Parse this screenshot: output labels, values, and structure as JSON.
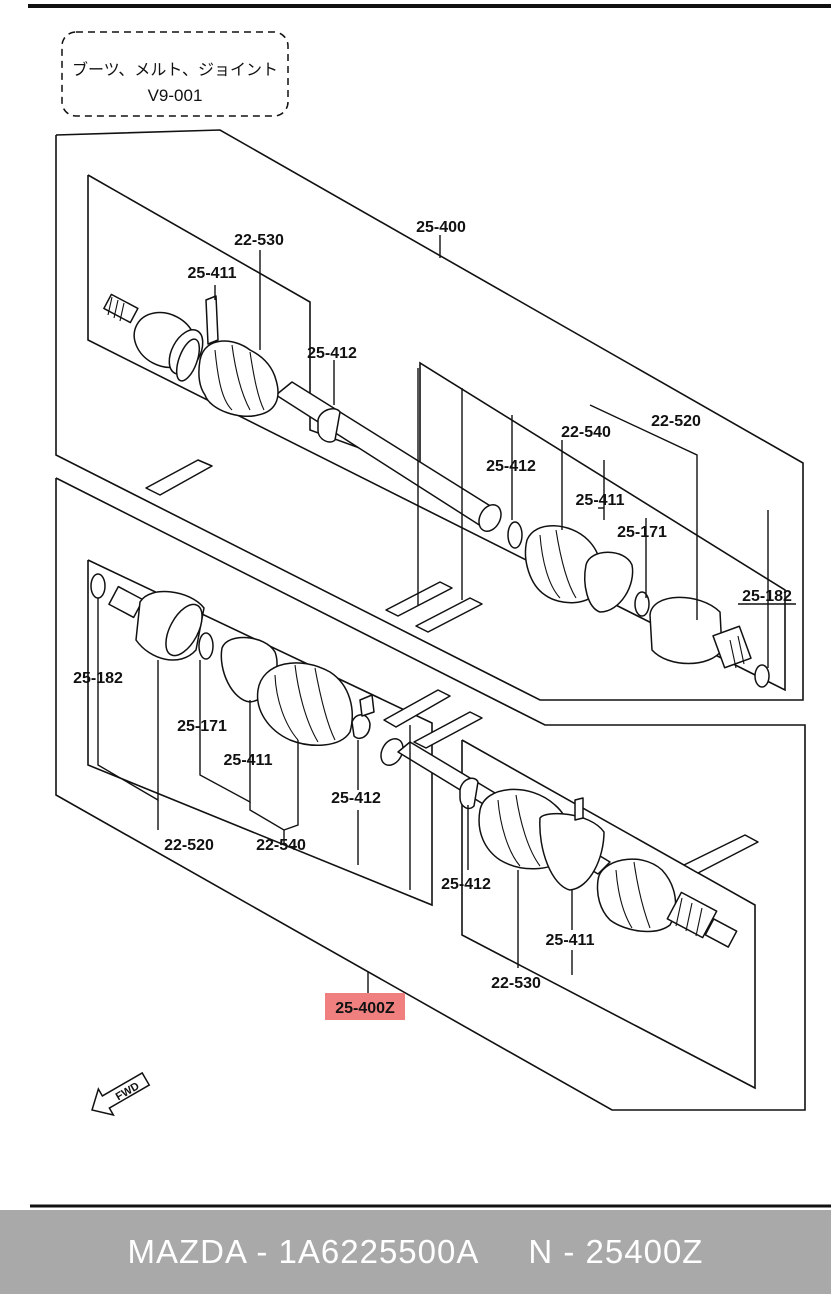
{
  "title_box": {
    "line1": "ブーツ、メルト、ジョイント",
    "line2": "V9-001"
  },
  "labels": {
    "upper_assembly": "25-400",
    "lower_assembly": "25-400Z",
    "u_22_530": "22-530",
    "u_25_411": "25-411",
    "u_25_412_left": "25-412",
    "u_25_412_right": "25-412",
    "u_22_540": "22-540",
    "u_22_520": "22-520",
    "u_25_411_right": "25-411",
    "u_25_171": "25-171",
    "u_25_182": "25-182",
    "l_25_182": "25-182",
    "l_25_171": "25-171",
    "l_25_411": "25-411",
    "l_25_412_mid": "25-412",
    "l_22_520": "22-520",
    "l_22_540": "22-540",
    "l_25_412_right": "25-412",
    "l_25_411_right": "25-411",
    "l_22_530": "22-530"
  },
  "fwd_arrow": "FWD",
  "highlight_color": "#f08080",
  "footer": {
    "text": "MAZDA - 1A6225500A     N - 25400Z",
    "background": "#a9a9a9"
  }
}
